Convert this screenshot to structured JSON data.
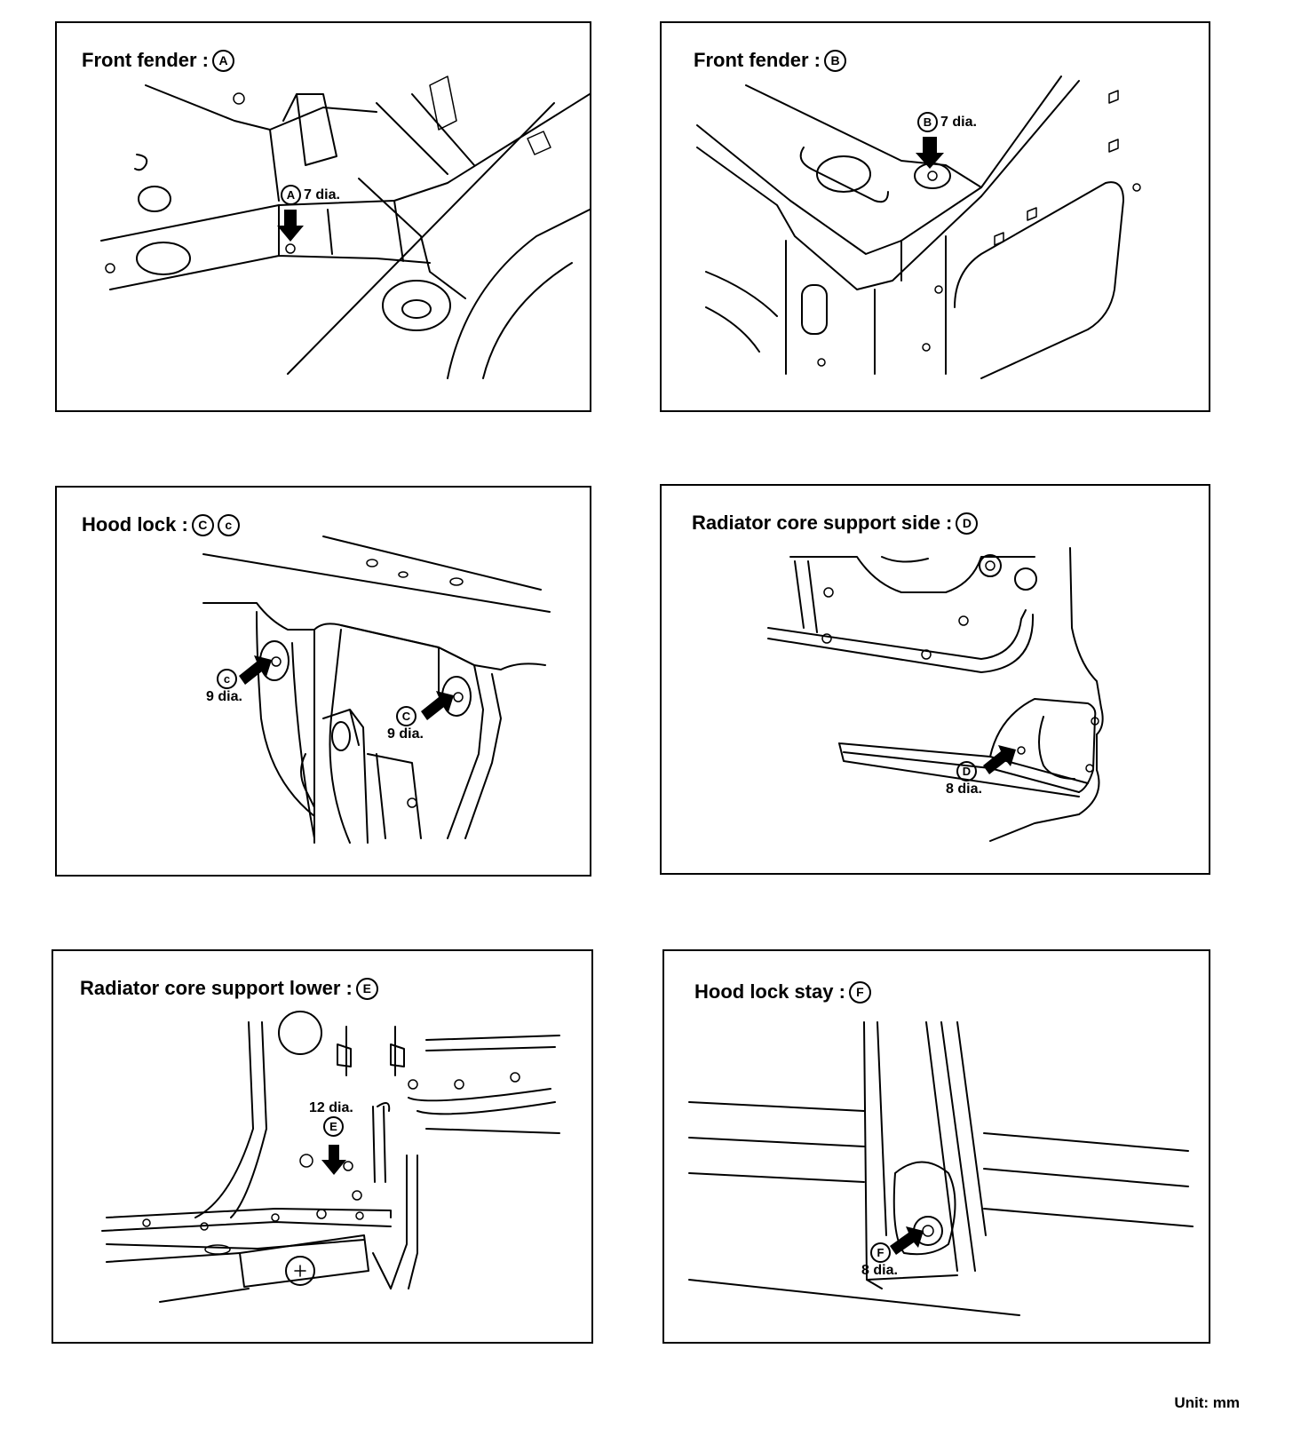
{
  "panels": [
    {
      "title": "Front fender :",
      "marks": [
        "A"
      ],
      "callouts": [
        {
          "letter": "A",
          "size": "7 dia."
        }
      ]
    },
    {
      "title": "Front fender :",
      "marks": [
        "B"
      ],
      "callouts": [
        {
          "letter": "B",
          "size": "7 dia."
        }
      ]
    },
    {
      "title": "Hood lock :",
      "marks": [
        "C",
        "c"
      ],
      "callouts": [
        {
          "letter": "c",
          "size": "9 dia."
        },
        {
          "letter": "C",
          "size": "9 dia."
        }
      ]
    },
    {
      "title": "Radiator core support side :",
      "marks": [
        "D"
      ],
      "callouts": [
        {
          "letter": "D",
          "size": "8 dia."
        }
      ]
    },
    {
      "title": "Radiator core support lower :",
      "marks": [
        "E"
      ],
      "callouts": [
        {
          "letter": "E",
          "size": "12 dia."
        }
      ]
    },
    {
      "title": "Hood lock stay :",
      "marks": [
        "F"
      ],
      "callouts": [
        {
          "letter": "F",
          "size": "8 dia."
        }
      ]
    }
  ],
  "unit_label": "Unit: mm"
}
